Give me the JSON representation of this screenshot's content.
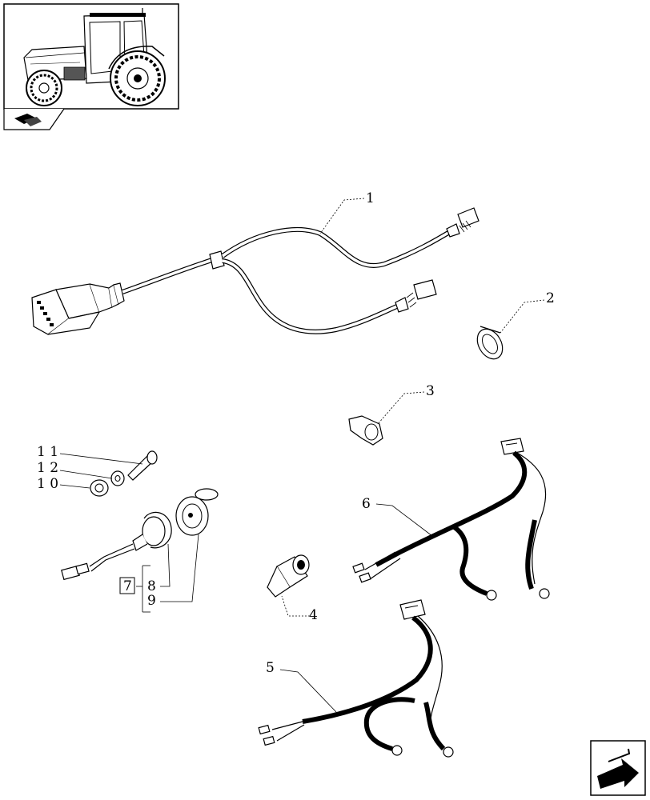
{
  "callouts": [
    {
      "id": "part-1",
      "label": "1"
    },
    {
      "id": "part-2",
      "label": "2"
    },
    {
      "id": "part-3",
      "label": "3"
    },
    {
      "id": "part-4",
      "label": "4"
    },
    {
      "id": "part-5",
      "label": "5"
    },
    {
      "id": "part-6",
      "label": "6"
    },
    {
      "id": "part-7",
      "label": "7"
    },
    {
      "id": "part-8",
      "label": "8"
    },
    {
      "id": "part-9",
      "label": "9"
    },
    {
      "id": "part-10",
      "label": "1 0"
    },
    {
      "id": "part-11",
      "label": "1 1"
    },
    {
      "id": "part-12",
      "label": "1 2"
    }
  ],
  "icons": {
    "thumbnail": "tractor-thumbnail-icon",
    "section": "book-section-icon",
    "navigation": "next-page-arrow-icon"
  }
}
